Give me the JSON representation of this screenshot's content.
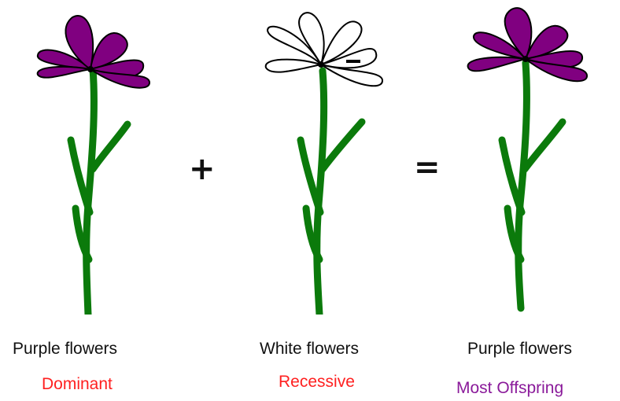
{
  "panels": [
    {
      "flower_name": "Purple flowers",
      "trait": "Dominant",
      "trait_color": "#ff2020",
      "petal_color": "#800080"
    },
    {
      "flower_name": "White flowers",
      "trait": "Recessive",
      "trait_color": "#ff2020",
      "petal_color": "#ffffff"
    },
    {
      "flower_name": "Purple flowers",
      "trait": "Most Offspring",
      "trait_color": "#8a1a9a",
      "petal_color": "#800080"
    }
  ],
  "operators": {
    "plus": "+",
    "equals": "="
  },
  "colors": {
    "stem": "#0b7a0b",
    "outline": "#000000"
  }
}
